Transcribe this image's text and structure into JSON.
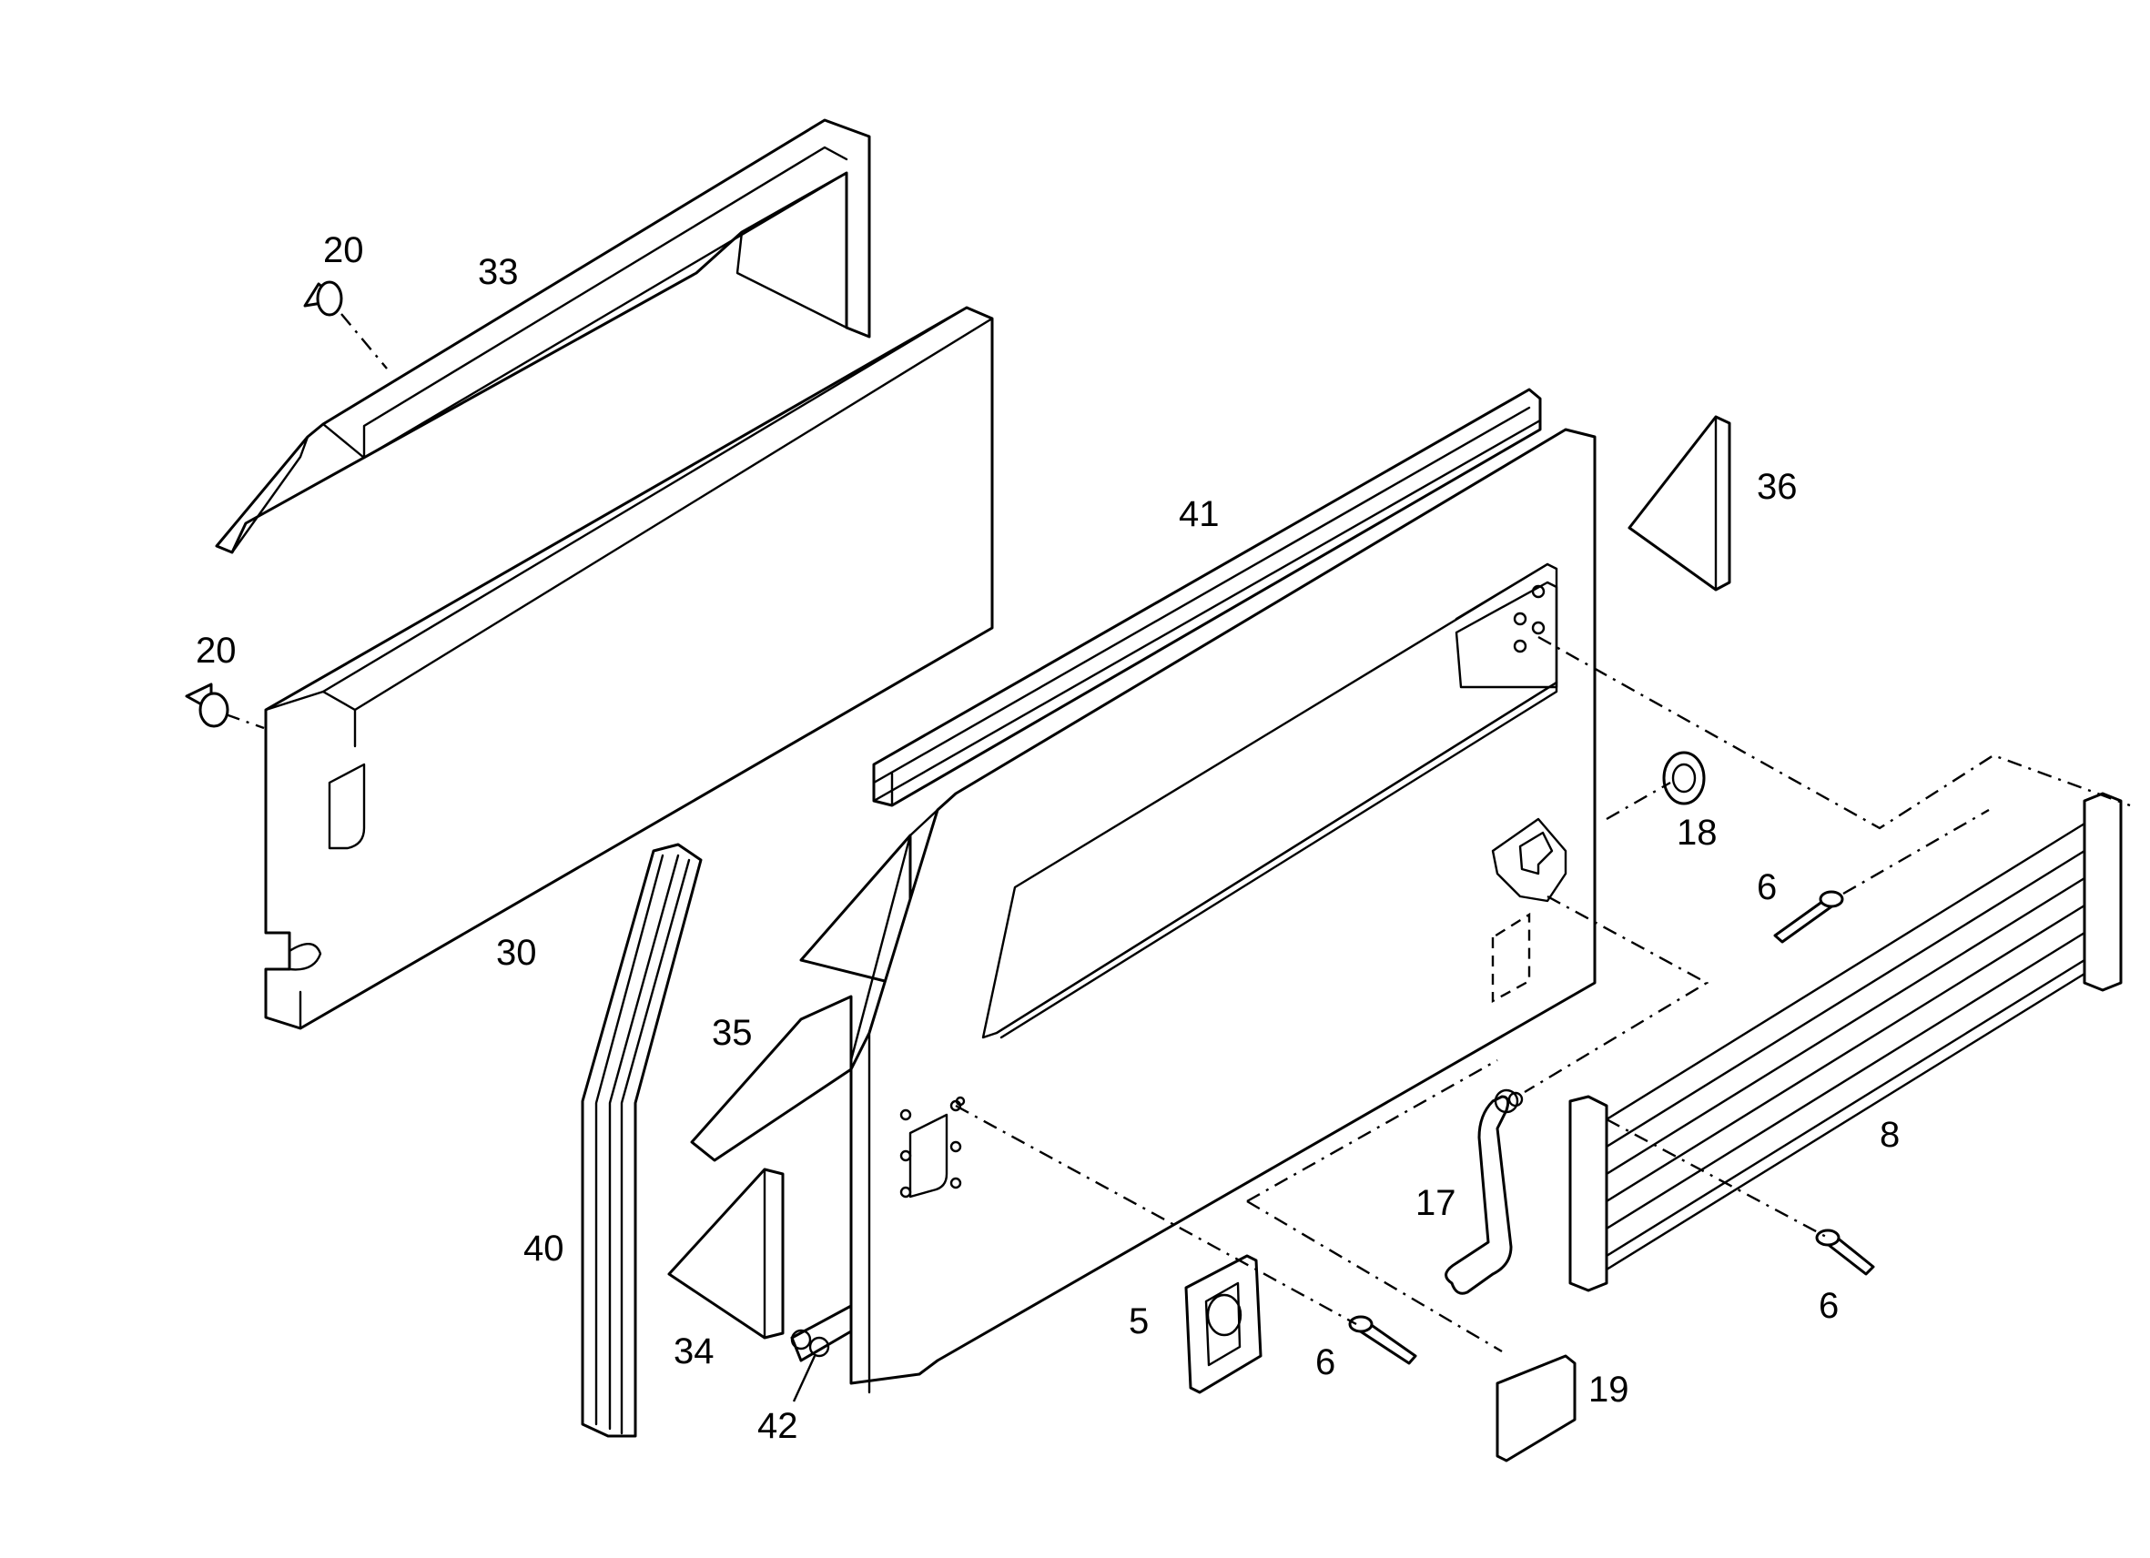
{
  "callouts": {
    "p5": "5",
    "p6a": "6",
    "p6b": "6",
    "p6c": "6",
    "p8": "8",
    "p17": "17",
    "p18": "18",
    "p19": "19",
    "p20a": "20",
    "p20b": "20",
    "p30": "30",
    "p33": "33",
    "p34": "34",
    "p35": "35",
    "p36": "36",
    "p40": "40",
    "p41": "41",
    "p42": "42"
  },
  "colors": {
    "line": "#000000",
    "background": "#ffffff"
  }
}
